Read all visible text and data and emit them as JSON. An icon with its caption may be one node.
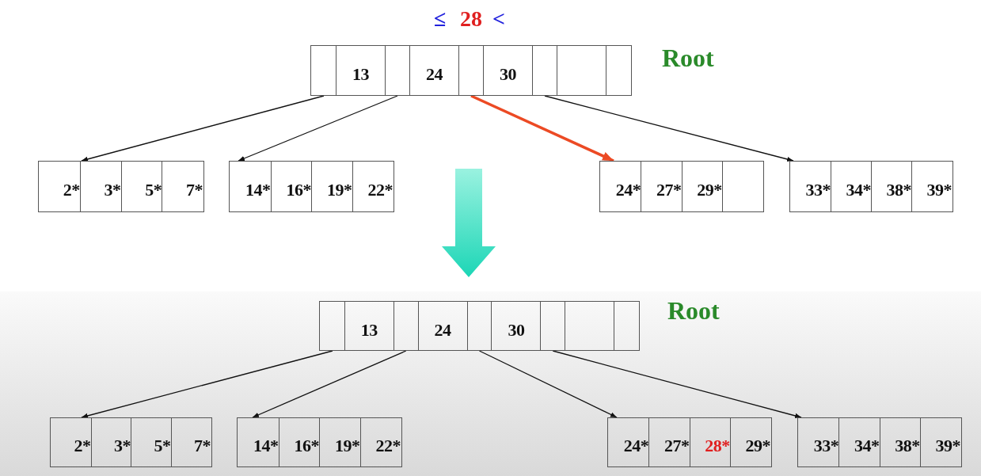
{
  "diagram": {
    "nodes": [
      {
        "text": [
          "13",
          "24",
          "30"
        ],
        "beside": [
          "Root"
        ]
      },
      {
        "text": [
          "2*",
          "3*",
          "5*",
          "7*"
        ]
      },
      {
        "text": [
          "14*",
          "16*",
          "19*",
          "22*"
        ]
      },
      {
        "text": [
          "24*",
          "27*",
          "29*"
        ]
      },
      {
        "text": [
          "33*",
          "34*",
          "38*",
          "39*"
        ]
      },
      {
        "text": [
          "13",
          "24",
          "30"
        ],
        "beside": [
          "Root"
        ]
      },
      {
        "text": [
          "2*",
          "3*",
          "5*",
          "7*"
        ]
      },
      {
        "text": [
          "14*",
          "16*",
          "19*",
          "22*"
        ]
      },
      {
        "text": [
          "24*",
          "27*",
          "28*",
          "29*"
        ]
      },
      {
        "text": [
          "33*",
          "34*",
          "38*",
          "39*"
        ]
      }
    ],
    "edges": [
      {
        "from": 0,
        "to": 1,
        "arrow": "to"
      },
      {
        "from": 0,
        "to": 2,
        "arrow": "to"
      },
      {
        "from": 0,
        "to": 3,
        "arrow": "to",
        "style": "thick",
        "color": "#ec4a24"
      },
      {
        "from": 0,
        "to": 4,
        "arrow": "to"
      },
      {
        "from": 5,
        "to": 6,
        "arrow": "to"
      },
      {
        "from": 5,
        "to": 7,
        "arrow": "to"
      },
      {
        "from": 5,
        "to": 8,
        "arrow": "to"
      },
      {
        "from": 5,
        "to": 9,
        "arrow": "to"
      }
    ],
    "labels": [
      "≤",
      "28",
      "<"
    ]
  }
}
